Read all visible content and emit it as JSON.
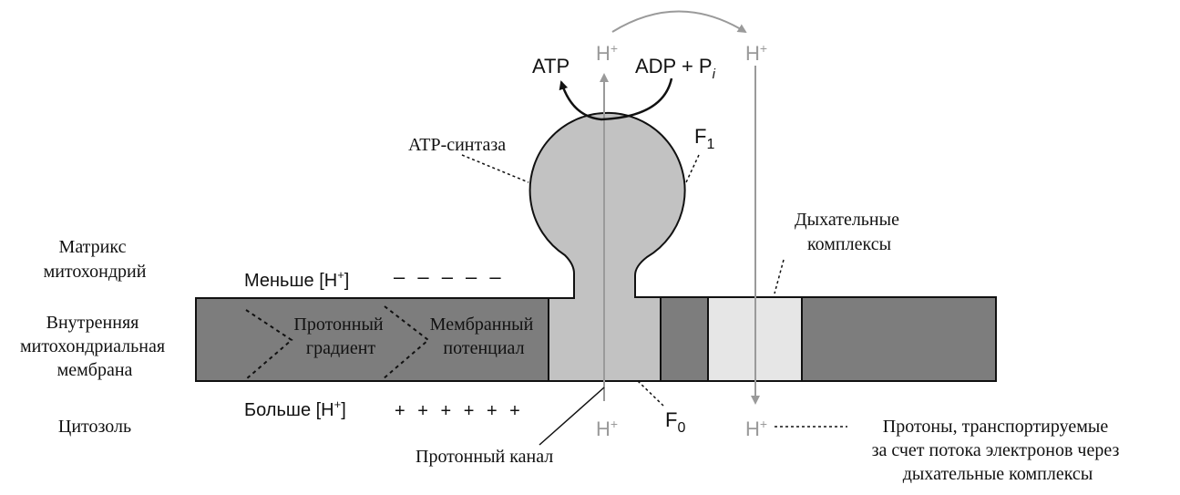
{
  "labels": {
    "matrix": [
      "Матрикс",
      "митохондрий"
    ],
    "membrane": [
      "Внутренняя",
      "митохондриальная",
      "мембрана"
    ],
    "cytosol": "Цитозоль",
    "less_h": "Меньше [H",
    "less_h_sup": "+",
    "less_h_close": "]",
    "less_signs": "– – – – –",
    "more_h": "Больше [H",
    "more_h_sup": "+",
    "more_h_close": "]",
    "more_signs": "+ + + + + +",
    "proton_gradient": [
      "Протонный",
      "градиент"
    ],
    "membrane_potential": [
      "Мембранный",
      "потенциал"
    ],
    "atp_synthase": "ATP-синтаза",
    "f1": "F",
    "f1_sub": "1",
    "f0": "F",
    "f0_sub": "0",
    "atp": "ATP",
    "adp": "ADP + P",
    "adp_sub": "i",
    "h_plus": "H",
    "h_plus_sup": "+",
    "respiratory_complexes": [
      "Дыхательные",
      "комплексы"
    ],
    "proton_channel": "Протонный канал",
    "transported_protons": [
      "Протоны, транспортируемые",
      "за счет потока электронов через",
      "дыхательные комплексы"
    ]
  },
  "colors": {
    "membrane_dark": "#7d7d7d",
    "synthase_fill": "#c2c2c2",
    "light_box": "#e6e6e6",
    "arrow_gray": "#9a9a9a",
    "stroke": "#111111"
  }
}
